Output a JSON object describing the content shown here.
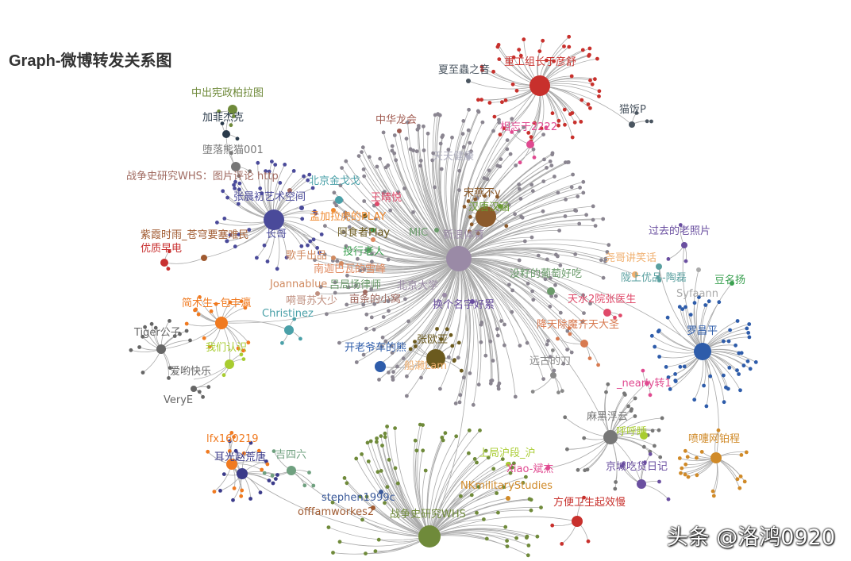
{
  "title": "Graph-微博转发关系图",
  "watermark": "头条 @洛鸿0920",
  "chart_data": {
    "type": "graph",
    "title": "Graph-微博转发关系图",
    "edge_color": "#aaaaaa",
    "nodes": [
      {
        "name": "新浪体育",
        "color": "#9a8aa6",
        "role": "hub"
      },
      {
        "name": "长哥",
        "color": "#4a4a9a",
        "role": "hub"
      },
      {
        "name": "重工组长于彦舒",
        "color": "#c8302c",
        "role": "hub"
      },
      {
        "name": "罗昌平",
        "color": "#2e5caa",
        "role": "hub"
      },
      {
        "name": "战争史研究WHS",
        "color": "#6f8a3a",
        "role": "hub"
      },
      {
        "name": "麻黑浮云",
        "color": "#777777",
        "role": "hub"
      },
      {
        "name": "喷嚏网铂程",
        "color": "#d08a28",
        "role": "hub"
      },
      {
        "name": "宋燕不v",
        "color": "#8b5a2b",
        "role": "hub"
      },
      {
        "name": "张欧亚",
        "color": "#6b5a1e",
        "role": "hub"
      },
      {
        "name": "简木生--包丰瀛",
        "color": "#f07a20",
        "role": "hub"
      },
      {
        "name": "Tiger公子",
        "color": "#666666",
        "role": "hub"
      },
      {
        "name": "耳光赵荒唐",
        "color": "#3b3b8a",
        "role": "hub"
      },
      {
        "name": "lfx160219",
        "color": "#f07a20",
        "role": "hub"
      },
      {
        "name": "吉四六",
        "color": "#6fa07f",
        "role": "hub"
      },
      {
        "name": "方便卫生起效慢",
        "color": "#c8302c",
        "role": "hub"
      },
      {
        "name": "京城吃货日记",
        "color": "#6a4fa0",
        "role": "hub"
      },
      {
        "name": "开老爷车的熊",
        "color": "#2e5caa",
        "role": "node"
      },
      {
        "name": "Christinez",
        "color": "#4aa0a8",
        "role": "node"
      },
      {
        "name": "我们认识",
        "color": "#a8cc30",
        "role": "node"
      },
      {
        "name": "VeryE",
        "color": "#666666",
        "role": "node"
      },
      {
        "name": "爱哟快乐",
        "color": "#666666",
        "role": "node"
      },
      {
        "name": "相忘于2222",
        "color": "#e04a90",
        "role": "node"
      },
      {
        "name": "猫饭P",
        "color": "#4a5560",
        "role": "node"
      },
      {
        "name": "中出宪政柏拉图",
        "color": "#6f8a3a",
        "role": "node"
      },
      {
        "name": "加菲杰克",
        "color": "#2a3a4a",
        "role": "node"
      },
      {
        "name": "堕落熊猫001",
        "color": "#777777",
        "role": "node"
      },
      {
        "name": "紫霞时雨_苍穹要塞难民",
        "color": "#a05a30",
        "role": "node"
      },
      {
        "name": "优质早电",
        "color": "#c83030",
        "role": "node"
      },
      {
        "name": "战争史研究WHS：图片评论 http",
        "color": "#a06a60",
        "role": "node"
      },
      {
        "name": "张晨初艺术空间",
        "color": "#4a4a9a",
        "role": "node"
      },
      {
        "name": "北京金戈戈",
        "color": "#4aa0a8",
        "role": "node"
      },
      {
        "name": "王晴悦",
        "color": "#e04a6a",
        "role": "node"
      },
      {
        "name": "孟加拉虎的PLAY",
        "color": "#f08a30",
        "role": "node"
      },
      {
        "name": "阿食者Play",
        "color": "#6b5a1e",
        "role": "node"
      },
      {
        "name": "投行老人",
        "color": "#3aa050",
        "role": "node"
      },
      {
        "name": "南迦巴瓦的雪峰",
        "color": "#e08a60",
        "role": "node"
      },
      {
        "name": "吕局场律师",
        "color": "#6a9a6a",
        "role": "node"
      },
      {
        "name": "歌手出品",
        "color": "#d08a60",
        "role": "node"
      },
      {
        "name": "Joannablue",
        "color": "#d08a60",
        "role": "node"
      },
      {
        "name": "过去的老照片",
        "color": "#6a4fa0",
        "role": "node"
      },
      {
        "name": "尧哥讲笑话",
        "color": "#f0b070",
        "role": "node"
      },
      {
        "name": "陇上优品-陶磊",
        "color": "#5aa0a0",
        "role": "node"
      },
      {
        "name": "Syfaann",
        "color": "#aaaaaa",
        "role": "node"
      },
      {
        "name": "豆名扬",
        "color": "#3aa050",
        "role": "node"
      },
      {
        "name": "天水2院张医生",
        "color": "#e04a6a",
        "role": "node"
      },
      {
        "name": "降天除魔齐天大圣",
        "color": "#d87a50",
        "role": "node"
      },
      {
        "name": "远古的刀",
        "color": "#888888",
        "role": "node"
      },
      {
        "name": "没籽的葡萄好吃",
        "color": "#6a9a6a",
        "role": "node"
      },
      {
        "name": "_nearly转1",
        "color": "#e04a90",
        "role": "node"
      },
      {
        "name": "呼呼睡",
        "color": "#a8cc30",
        "role": "node"
      },
      {
        "name": "Xiao-斌杰",
        "color": "#e04a90",
        "role": "node"
      },
      {
        "name": "上局沪段_沪",
        "color": "#a8cc30",
        "role": "node"
      },
      {
        "name": "NKmilitaryStudies",
        "color": "#d08a28",
        "role": "node"
      },
      {
        "name": "stephen1999c",
        "color": "#3b5a9a",
        "role": "node"
      },
      {
        "name": "offfamworkes2",
        "color": "#a05a30",
        "role": "node"
      },
      {
        "name": "中华龙会",
        "color": "#a05a50",
        "role": "node"
      },
      {
        "name": "夏至蟲之音",
        "color": "#4a5560",
        "role": "node"
      },
      {
        "name": "船濑Lam",
        "color": "#f0b070",
        "role": "node"
      },
      {
        "name": "嗬哥苏大少",
        "color": "#c09080",
        "role": "node"
      },
      {
        "name": "亩条的小窝",
        "color": "#a06a60",
        "role": "node"
      },
      {
        "name": "换个名字好累",
        "color": "#6a4fa0",
        "role": "node"
      },
      {
        "name": "北京大学",
        "color": "#9a8aa6",
        "role": "node"
      },
      {
        "name": "天天健康",
        "color": "#b0b0c0",
        "role": "node"
      },
      {
        "name": "MIC",
        "color": "#6a9a6a",
        "role": "node"
      },
      {
        "name": "汉唐汉涵",
        "color": "#6a9a30",
        "role": "node"
      }
    ]
  }
}
